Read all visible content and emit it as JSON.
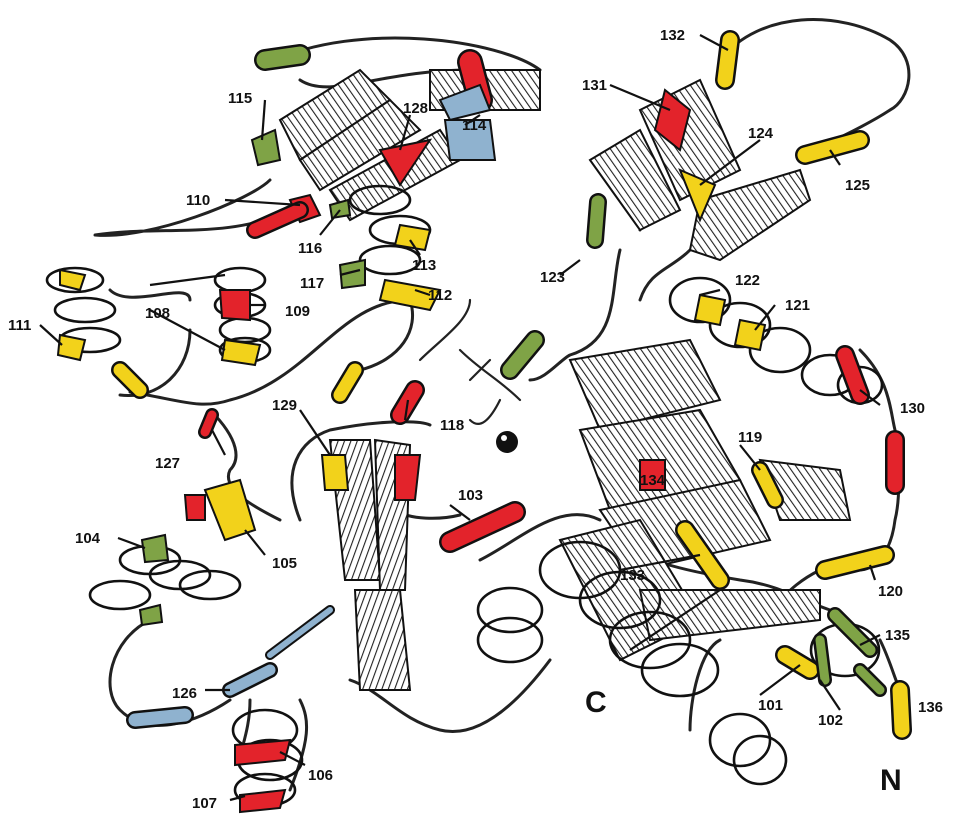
{
  "colors": {
    "yellow": "#f2d21b",
    "red": "#e3232b",
    "green": "#7fa346",
    "blue": "#8fb2cf",
    "backbone": "#222222",
    "hatch": "#8a8a8a"
  },
  "labels": {
    "r101": "101",
    "r102": "102",
    "r103": "103",
    "r104": "104",
    "r105": "105",
    "r106": "106",
    "r107": "107",
    "r108": "108",
    "r109": "109",
    "r110": "110",
    "r111": "111",
    "r112": "112",
    "r113": "113",
    "r114": "114",
    "r115": "115",
    "r116": "116",
    "r117": "117",
    "r118": "118",
    "r119": "119",
    "r120": "120",
    "r121": "121",
    "r122": "122",
    "r123": "123",
    "r124": "124",
    "r125": "125",
    "r126": "126",
    "r127": "127",
    "r128": "128",
    "r129": "129",
    "r130": "130",
    "r131": "131",
    "r132": "132",
    "r133": "133",
    "r134": "134",
    "r135": "135",
    "r136": "136"
  },
  "termini": {
    "c": "C",
    "n": "N"
  }
}
